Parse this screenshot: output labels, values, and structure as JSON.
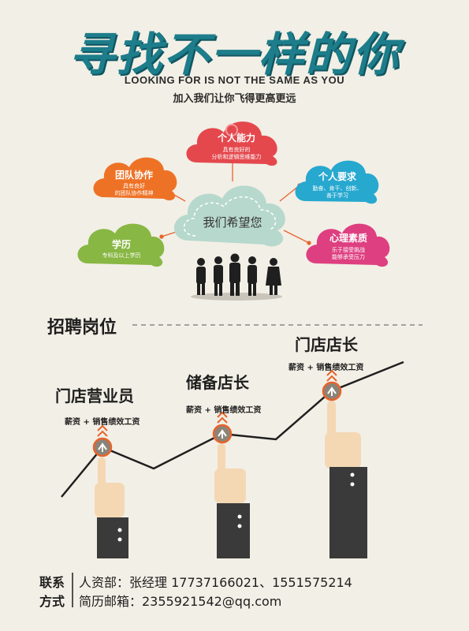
{
  "header": {
    "headline": "寻找不一样的你",
    "subtitle_en": "LOOKING FOR IS NOT THE SAME AS YOU",
    "subtitle_cn": "加入我们让你飞得更高更远"
  },
  "center_cloud": {
    "label": "我们希望您"
  },
  "clouds": [
    {
      "title": "个人能力",
      "desc1": "具有良好的",
      "desc2": "分析和逻辑思维能力",
      "color": "#e4484d"
    },
    {
      "title": "团队协作",
      "desc1": "具有良好",
      "desc2": "的团队协作精神",
      "color": "#ee7226"
    },
    {
      "title": "个人要求",
      "desc1": "勤奋、肯干、创新、",
      "desc2": "善于学习",
      "color": "#27a8cf"
    },
    {
      "title": "学历",
      "desc1": "专科及以上学历",
      "desc2": "",
      "color": "#88b744"
    },
    {
      "title": "心理素质",
      "desc1": "乐于接受挑战",
      "desc2": "能够承受压力",
      "color": "#de3f80"
    }
  ],
  "section": {
    "title": "招聘岗位"
  },
  "jobs": [
    {
      "title": "门店营业员",
      "salary": "薪资 + 销售绩效工资"
    },
    {
      "title": "储备店长",
      "salary": "薪资 + 销售绩效工资"
    },
    {
      "title": "门店店长",
      "salary": "薪资 + 销售绩效工资"
    }
  ],
  "contact": {
    "label1": "联系",
    "label2": "方式",
    "hr": "人资部：张经理 17737166021、1551575214",
    "email": "简历邮箱：2355921542@qq.com"
  },
  "colors": {
    "teal": "#1d7d8a",
    "accent_orange": "#e8632b",
    "dark": "#3a3a3a",
    "skin": "#f4d8b4"
  }
}
